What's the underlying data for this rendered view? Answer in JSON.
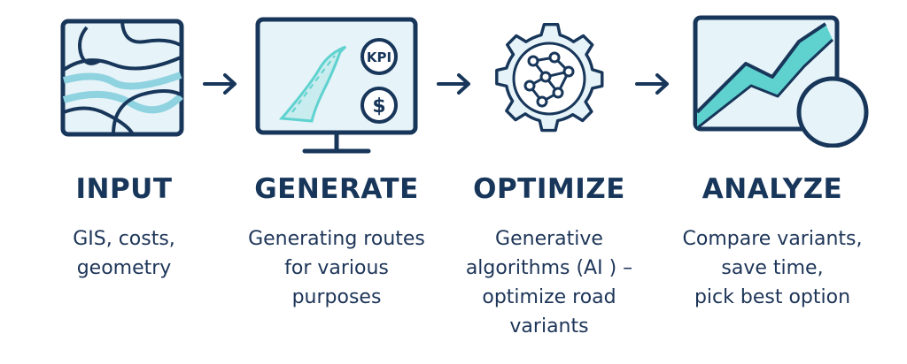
{
  "steps": [
    {
      "title": "INPUT",
      "lines": [
        "GIS, costs,",
        "geometry"
      ],
      "icon": "map-icon"
    },
    {
      "title": "GENERATE",
      "lines": [
        "Generating routes",
        "for various",
        "purposes"
      ],
      "icon": "monitor-icon",
      "badges": {
        "kpi": "KPI",
        "cost": "$"
      }
    },
    {
      "title": "OPTIMIZE",
      "lines": [
        "Generative",
        "algorithms (AI ) –",
        "optimize road",
        "variants"
      ],
      "icon": "gear-network-icon"
    },
    {
      "title": "ANALYZE",
      "lines": [
        "Compare variants,",
        "save time,",
        "pick best option"
      ],
      "icon": "chart-magnifier-icon"
    }
  ],
  "colors": {
    "navy": "#17365a",
    "fill": "#e6f3f8",
    "teal": "#5fd2cf"
  }
}
